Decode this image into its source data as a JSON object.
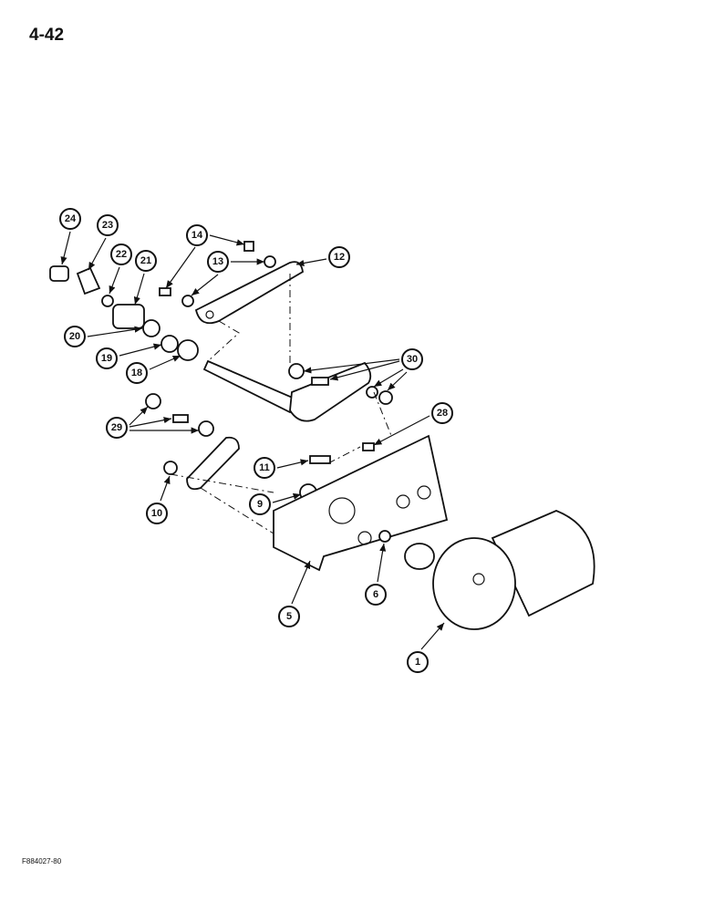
{
  "page_number": "4-42",
  "figure_code": "F884027-80",
  "callouts": [
    "24",
    "23",
    "22",
    "21",
    "14",
    "13",
    "12",
    "20",
    "19",
    "18",
    "30",
    "28",
    "29",
    "11",
    "9",
    "10",
    "5",
    "6",
    "1"
  ]
}
